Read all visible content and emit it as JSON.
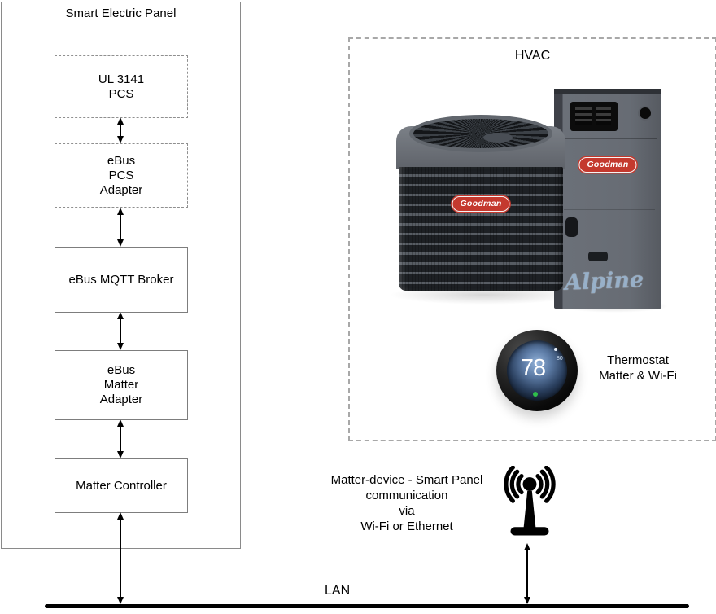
{
  "diagram": {
    "panel": {
      "title": "Smart Electric Panel",
      "boxes": [
        {
          "name": "ul-3141-pcs",
          "border": "dashed",
          "lines": [
            "UL 3141",
            "PCS"
          ]
        },
        {
          "name": "ebus-pcs-adapter",
          "border": "dashed",
          "lines": [
            "eBus",
            "PCS",
            "Adapter"
          ]
        },
        {
          "name": "ebus-mqtt-broker",
          "border": "solid",
          "lines": [
            "eBus MQTT Broker"
          ]
        },
        {
          "name": "ebus-matter-adapter",
          "border": "solid",
          "lines": [
            "eBus",
            "Matter",
            "Adapter"
          ]
        },
        {
          "name": "matter-controller",
          "border": "solid",
          "lines": [
            "Matter Controller"
          ]
        }
      ]
    },
    "hvac": {
      "title": "HVAC",
      "equipment_brand": "Goodman",
      "photo_watermark": "Alpine",
      "thermostat": {
        "temperature": "78",
        "setpoint": "80",
        "label_lines": [
          "Thermostat",
          "Matter & Wi-Fi"
        ]
      }
    },
    "network": {
      "communication_lines": [
        "Matter-device - Smart Panel",
        "communication",
        "via",
        "Wi-Fi or Ethernet"
      ],
      "lan_label": "LAN"
    },
    "colors": {
      "goodman_red": "#c4392e",
      "alpine_watermark_blue": "#8aa8c6",
      "thermostat_green": "#2fbf4a",
      "diagram_line_black": "#000000",
      "box_border_gray": "#7d7d7d"
    }
  }
}
